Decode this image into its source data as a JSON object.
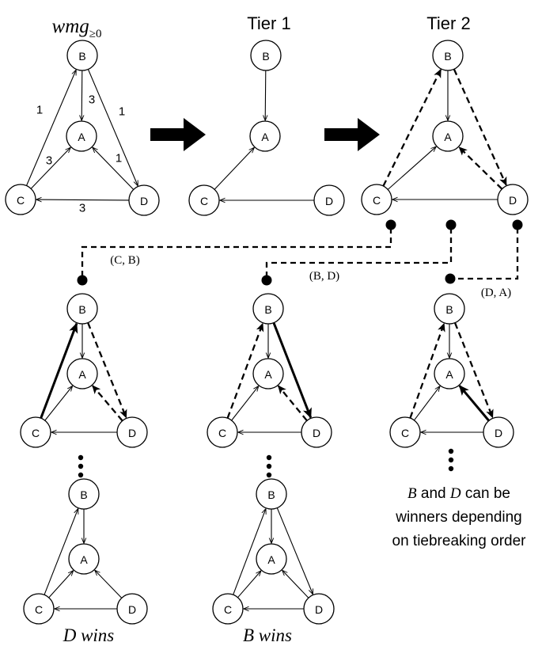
{
  "titles": {
    "wmg": "wmg",
    "wmg_subscript": "≥0",
    "tier1": "Tier 1",
    "tier2": "Tier 2"
  },
  "node_labels": [
    "A",
    "B",
    "C",
    "D"
  ],
  "weights": {
    "CB": "1",
    "BA": "3",
    "BD": "1",
    "CA": "3",
    "DA": "1",
    "DC": "3"
  },
  "edge_pairs": {
    "CB": "(C, B)",
    "BD": "(B, D)",
    "DA": "(D, A)"
  },
  "results": {
    "left": "D wins",
    "middle": "B wins"
  },
  "note": {
    "line1_b": "B",
    "line1_and": " and ",
    "line1_d": "D",
    "line1_rest": " can be",
    "line2": "winners depending",
    "line3": "on tiebreaking order"
  },
  "colors": {
    "stroke": "#000000",
    "background": "#ffffff"
  }
}
